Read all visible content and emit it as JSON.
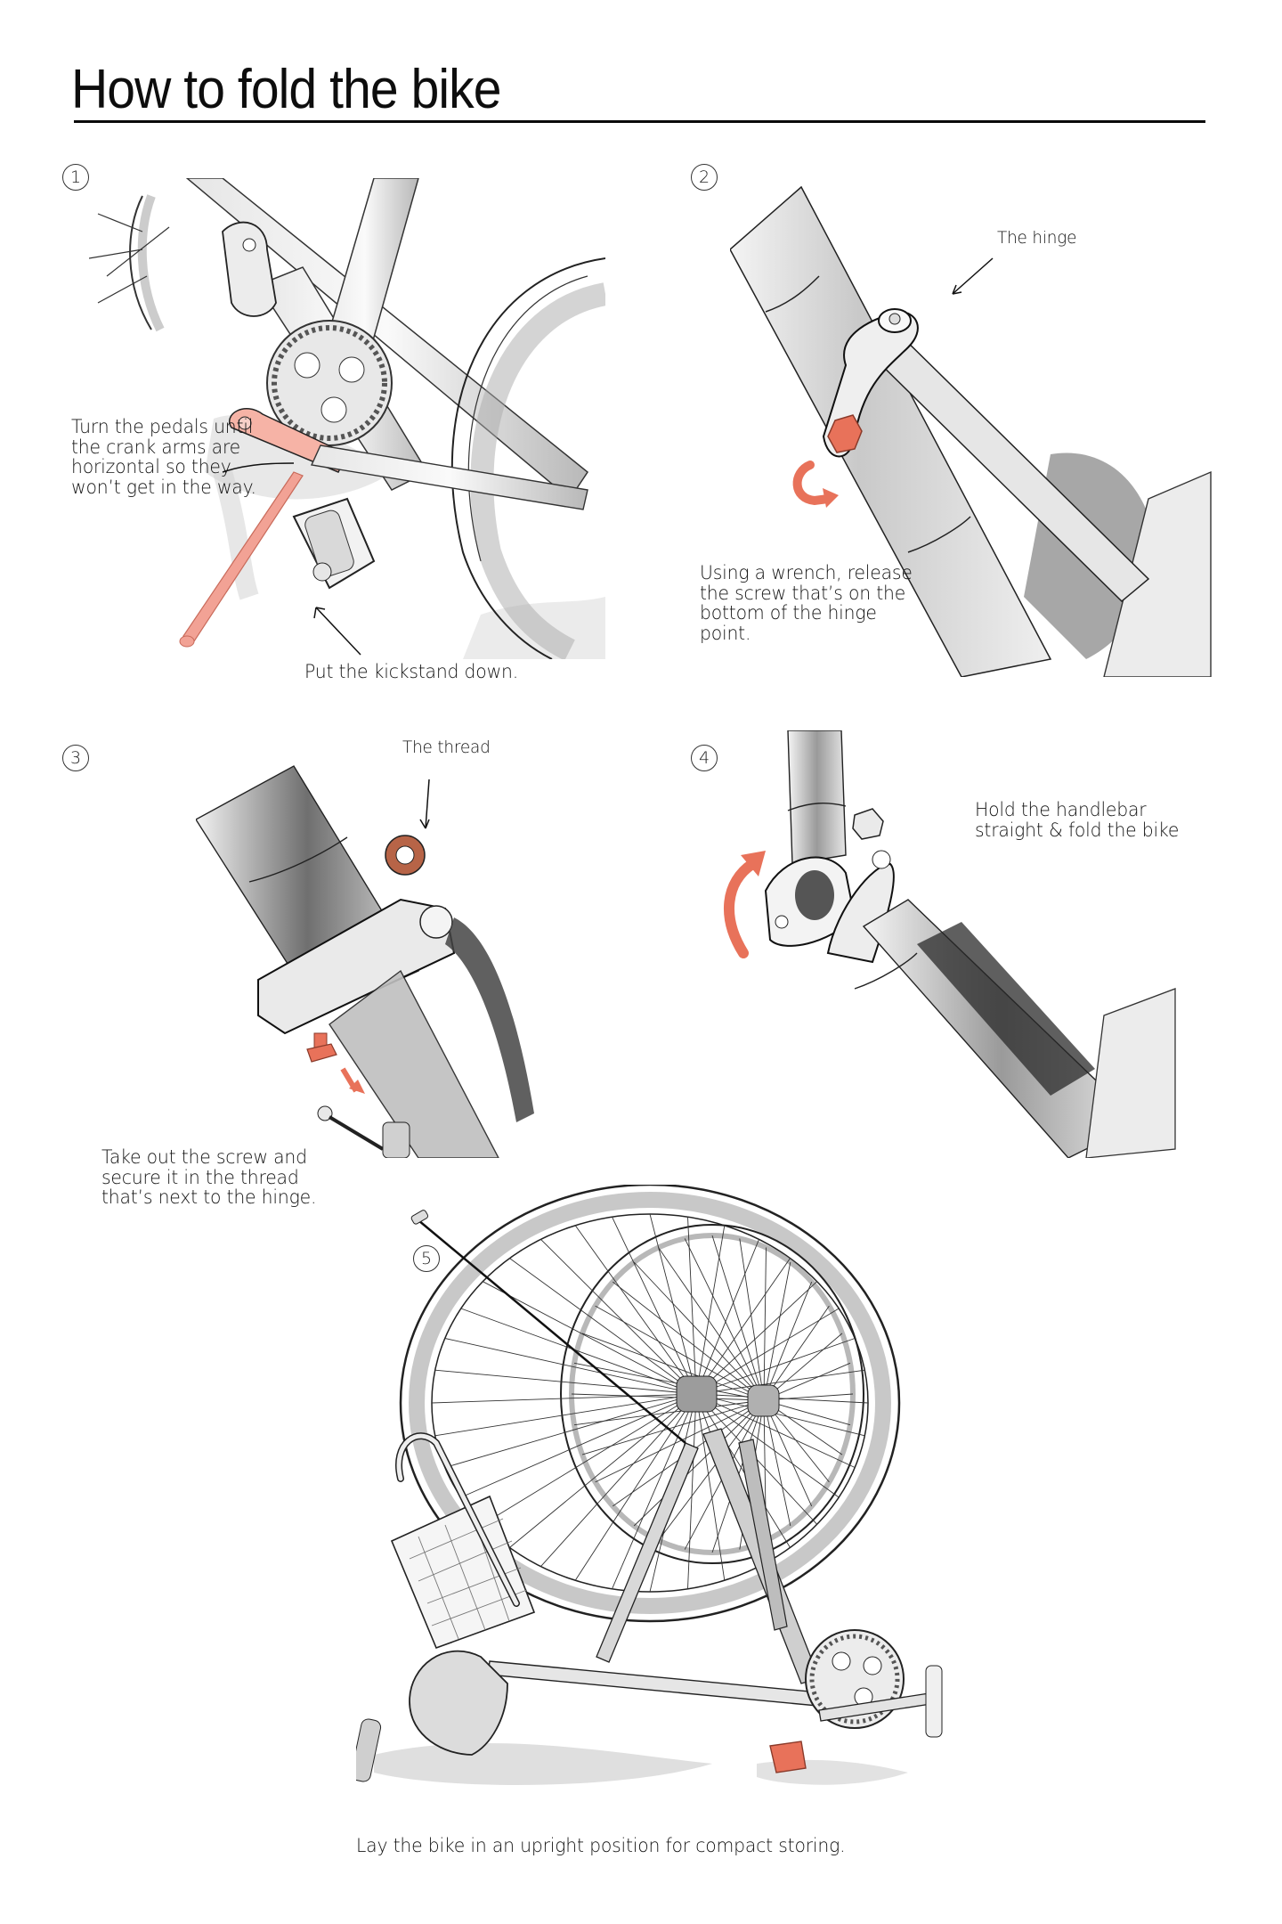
{
  "page": {
    "title": "How to fold the bike"
  },
  "colors": {
    "accent": "#E8725A",
    "kickstand": "#F2A295",
    "ink": "#141414",
    "metal_shade": "#bdbdbd"
  },
  "steps": [
    {
      "number": "1",
      "caption": "Turn the pedals until\nthe crank arms are\nhorizontal so they\nwon’t get in the way.",
      "secondary_caption": "Put the kickstand down.",
      "illustration": "bike-crank-and-kickstand"
    },
    {
      "number": "2",
      "label": "The hinge",
      "caption": "Using a wrench, release\nthe screw that’s on the\nbottom of the hinge\npoint.",
      "illustration": "hinge-screw-release",
      "icon": "rotate-arrow-icon"
    },
    {
      "number": "3",
      "label": "The thread",
      "caption": "Take out the screw and\nsecure it in the thread\nthat’s next to the hinge.",
      "illustration": "screw-removal",
      "icon": "down-arrow-icon"
    },
    {
      "number": "4",
      "caption": "Hold the handlebar\nstraight & fold the bike",
      "illustration": "fold-frame",
      "icon": "fold-arrow-icon"
    },
    {
      "number": "5",
      "caption": "Lay the bike in an upright position for compact storing.",
      "illustration": "folded-bike-upright"
    }
  ]
}
